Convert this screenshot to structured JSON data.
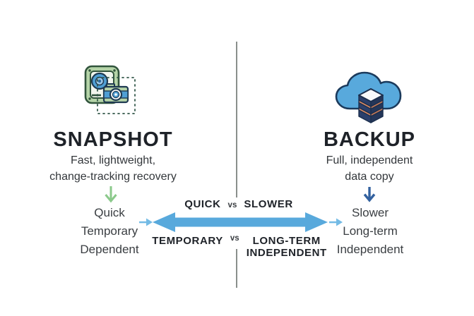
{
  "diagram": {
    "left": {
      "icon": "snapshot-disk-camera-icon",
      "title": "SNAPSHOT",
      "subtitle_line1": "Fast, lightweight,",
      "subtitle_line2": "change-tracking recovery",
      "arrow": "green-down-arrow",
      "traits": [
        "Quick",
        "Temporary",
        "Dependent"
      ]
    },
    "right": {
      "icon": "backup-cloud-stack-icon",
      "title": "BACKUP",
      "subtitle_line1": "Full, independent",
      "subtitle_line2": "data copy",
      "arrow": "navy-down-arrow",
      "traits": [
        "Slower",
        "Long-term",
        "Independent"
      ]
    },
    "comparison": {
      "top_left": "QUICK",
      "top_vs": "vs",
      "top_right": "SLOWER",
      "bottom_left": "TEMPORARY",
      "bottom_vs": "vs",
      "bottom_right_line1": "LONG-TERM",
      "bottom_right_line2": "INDEPENDENT"
    },
    "colors": {
      "big_arrow": "#58A9DC",
      "small_arrow": "#74BBE5",
      "green_arrow": "#8BC98B",
      "navy_arrow": "#33619F",
      "divider": "#8A8F8C",
      "heading_text": "#1E2228",
      "body_text": "#33373B",
      "icon_green": "#B5D4A8",
      "icon_blue": "#4F9FD4",
      "icon_navy": "#2B3F6B",
      "icon_salmon": "#DD8A63"
    }
  }
}
